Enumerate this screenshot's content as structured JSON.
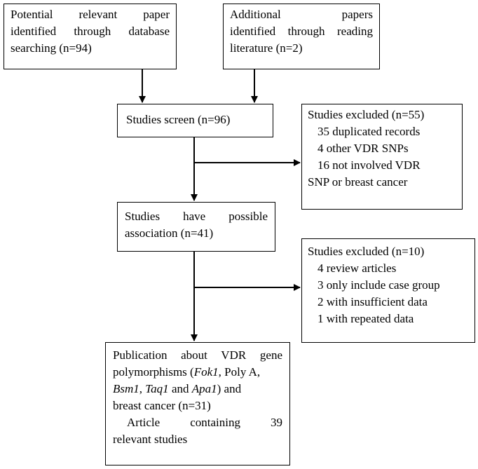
{
  "boxes": {
    "database_search": {
      "lines": [
        "Potential relevant paper",
        "identified through database",
        "searching (n=94)"
      ]
    },
    "additional_papers": {
      "lines": [
        "Additional papers",
        "identified through reading",
        "literature (n=2)"
      ]
    },
    "studies_screen": {
      "lines": [
        "Studies screen (n=96)"
      ]
    },
    "excluded_first": {
      "title": "Studies excluded (n=55)",
      "items": [
        "35 duplicated records",
        "4 other VDR SNPs",
        "16 not involved VDR"
      ],
      "tail": "SNP or breast cancer"
    },
    "possible_association": {
      "lines": [
        "Studies have possible",
        "association (n=41)"
      ]
    },
    "excluded_second": {
      "title": "Studies excluded (n=10)",
      "items": [
        "4 review articles",
        "3 only include case group",
        "2 with insufficient data",
        "1 with repeated data"
      ]
    },
    "publication": {
      "line1": "Publication about VDR gene",
      "line2_a": "polymorphisms (",
      "gene_fok": "Fok1",
      "line2_b": ", Poly A,",
      "gene_bsm": "Bsm1",
      "sep1": ", ",
      "gene_taq": "Taq1",
      "sep2": " and ",
      "gene_apa": "Apa1",
      "line3_b": ") and",
      "line4": "breast cancer (n=31)",
      "line5": "Article containing 39",
      "line6": "relevant studies"
    }
  }
}
